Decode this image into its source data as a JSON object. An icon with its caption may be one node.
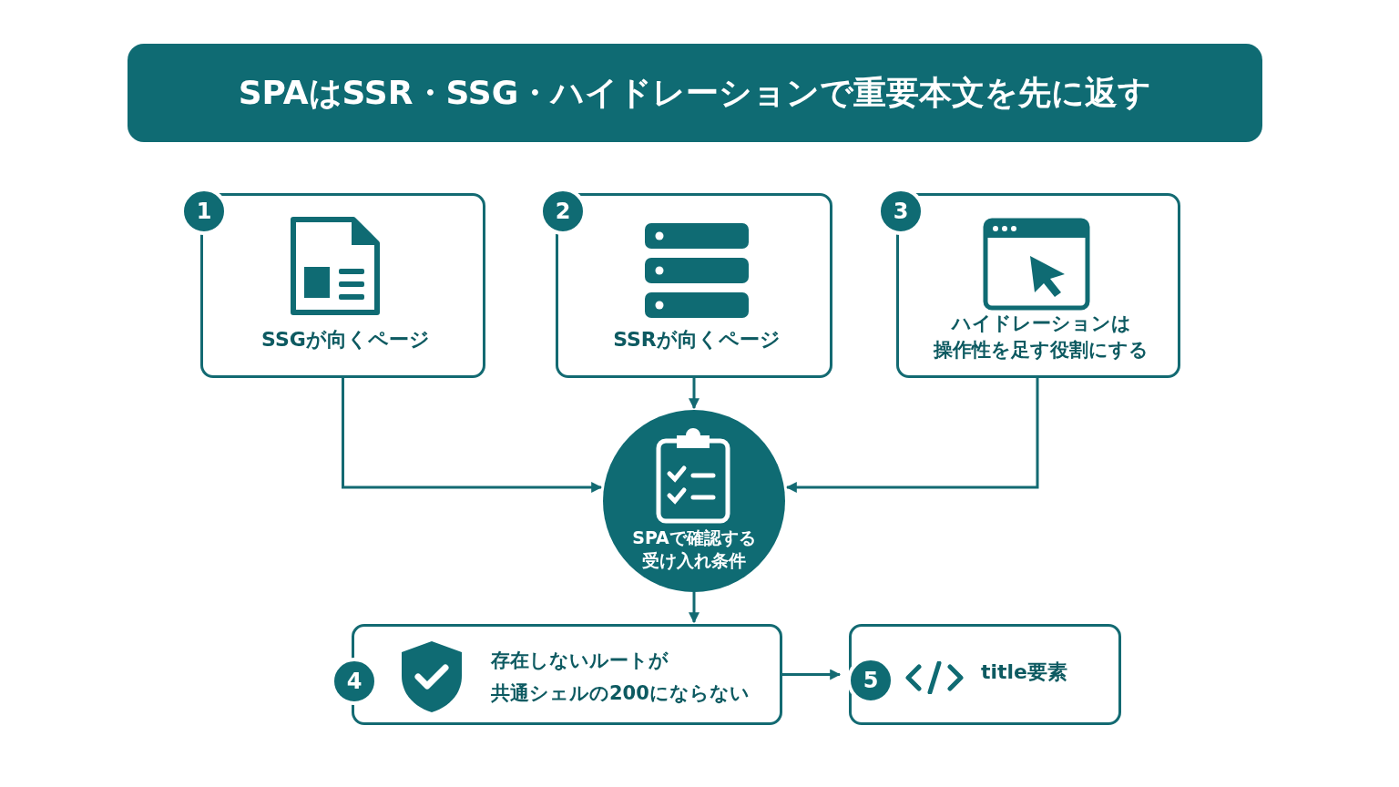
{
  "diagram": {
    "title": "SPAはSSR・SSG・ハイドレーションで重要本文を先に返す",
    "nodes": [
      {
        "text": [
          "1",
          "SSGが向くページ"
        ]
      },
      {
        "text": [
          "2",
          "SSRが向くページ"
        ]
      },
      {
        "text": [
          "3",
          "ハイドレーションは操作性を足す役割にする"
        ]
      },
      {
        "text": [
          "SPAで確認する受け入れ条件"
        ]
      },
      {
        "text": [
          "4",
          "存在しないルートが共通シェルの200にならない"
        ]
      },
      {
        "text": [
          "5",
          "title要素"
        ]
      }
    ],
    "edges": [
      {
        "from": 0,
        "to": 3,
        "arrow": "to"
      },
      {
        "from": 1,
        "to": 3,
        "arrow": "to"
      },
      {
        "from": 2,
        "to": 3,
        "arrow": "to"
      },
      {
        "from": 3,
        "to": 4,
        "arrow": "to"
      },
      {
        "from": 4,
        "to": 5,
        "arrow": "to"
      }
    ]
  }
}
